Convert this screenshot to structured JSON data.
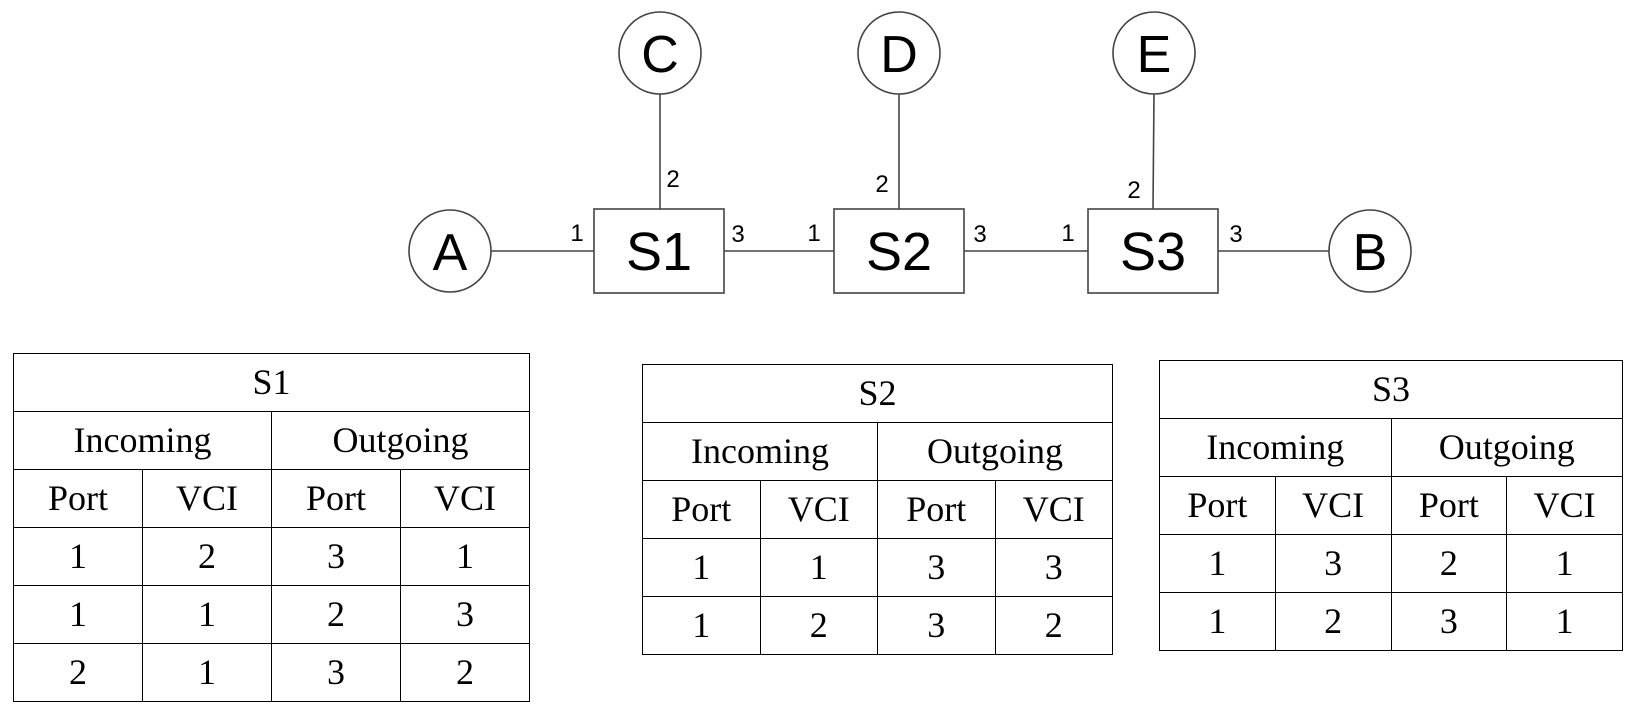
{
  "diagram": {
    "hosts": {
      "a": "A",
      "b": "B",
      "c": "C",
      "d": "D",
      "e": "E"
    },
    "switches": {
      "s1": "S1",
      "s2": "S2",
      "s3": "S3"
    },
    "ports": {
      "s1_p1": "1",
      "s1_p2": "2",
      "s1_p3": "3",
      "s2_p1": "1",
      "s2_p2": "2",
      "s2_p3": "3",
      "s3_p1": "1",
      "s3_p2": "2",
      "s3_p3": "3"
    }
  },
  "tables": [
    {
      "title": "S1",
      "group_headers": [
        "Incoming",
        "Outgoing"
      ],
      "col_headers": [
        "Port",
        "VCI",
        "Port",
        "VCI"
      ],
      "rows": [
        [
          "1",
          "2",
          "3",
          "1"
        ],
        [
          "1",
          "1",
          "2",
          "3"
        ],
        [
          "2",
          "1",
          "3",
          "2"
        ]
      ]
    },
    {
      "title": "S2",
      "group_headers": [
        "Incoming",
        "Outgoing"
      ],
      "col_headers": [
        "Port",
        "VCI",
        "Port",
        "VCI"
      ],
      "rows": [
        [
          "1",
          "1",
          "3",
          "3"
        ],
        [
          "1",
          "2",
          "3",
          "2"
        ]
      ]
    },
    {
      "title": "S3",
      "group_headers": [
        "Incoming",
        "Outgoing"
      ],
      "col_headers": [
        "Port",
        "VCI",
        "Port",
        "VCI"
      ],
      "rows": [
        [
          "1",
          "3",
          "2",
          "1"
        ],
        [
          "1",
          "2",
          "3",
          "1"
        ]
      ]
    }
  ]
}
